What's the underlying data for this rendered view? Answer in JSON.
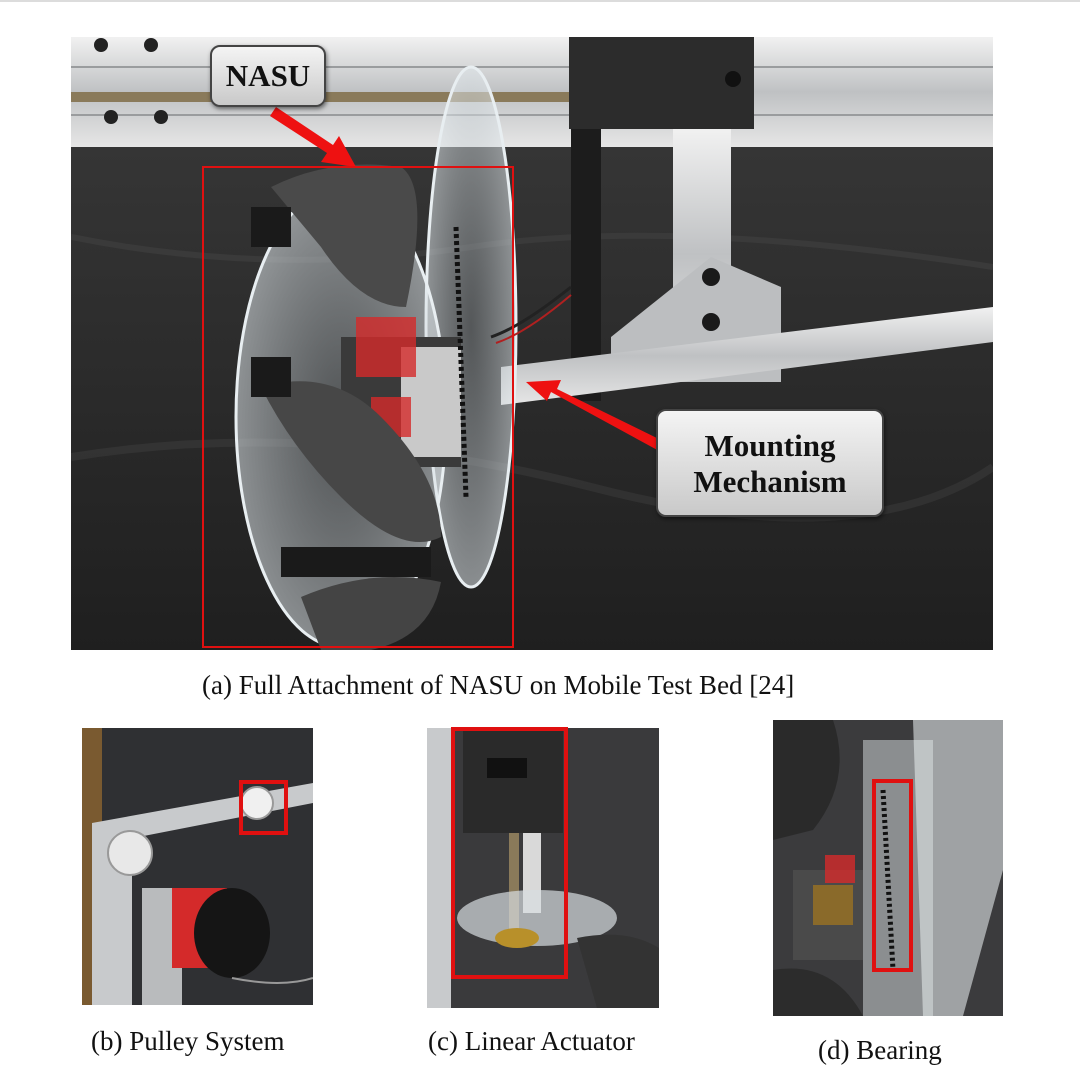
{
  "figure": {
    "callouts": {
      "nasu": "NASU",
      "mounting_line1": "Mounting",
      "mounting_line2": "Mechanism"
    },
    "captions": {
      "a": "(a) Full Attachment of NASU on Mobile Test Bed [24]",
      "b": "(b) Pulley System",
      "c": "(c) Linear Actuator",
      "d": "(d) Bearing"
    },
    "colors": {
      "highlight": "#e01010",
      "backdrop": "#2a2a2a",
      "aluminum": "#c8cacc",
      "red_part": "#d42a2a"
    }
  }
}
